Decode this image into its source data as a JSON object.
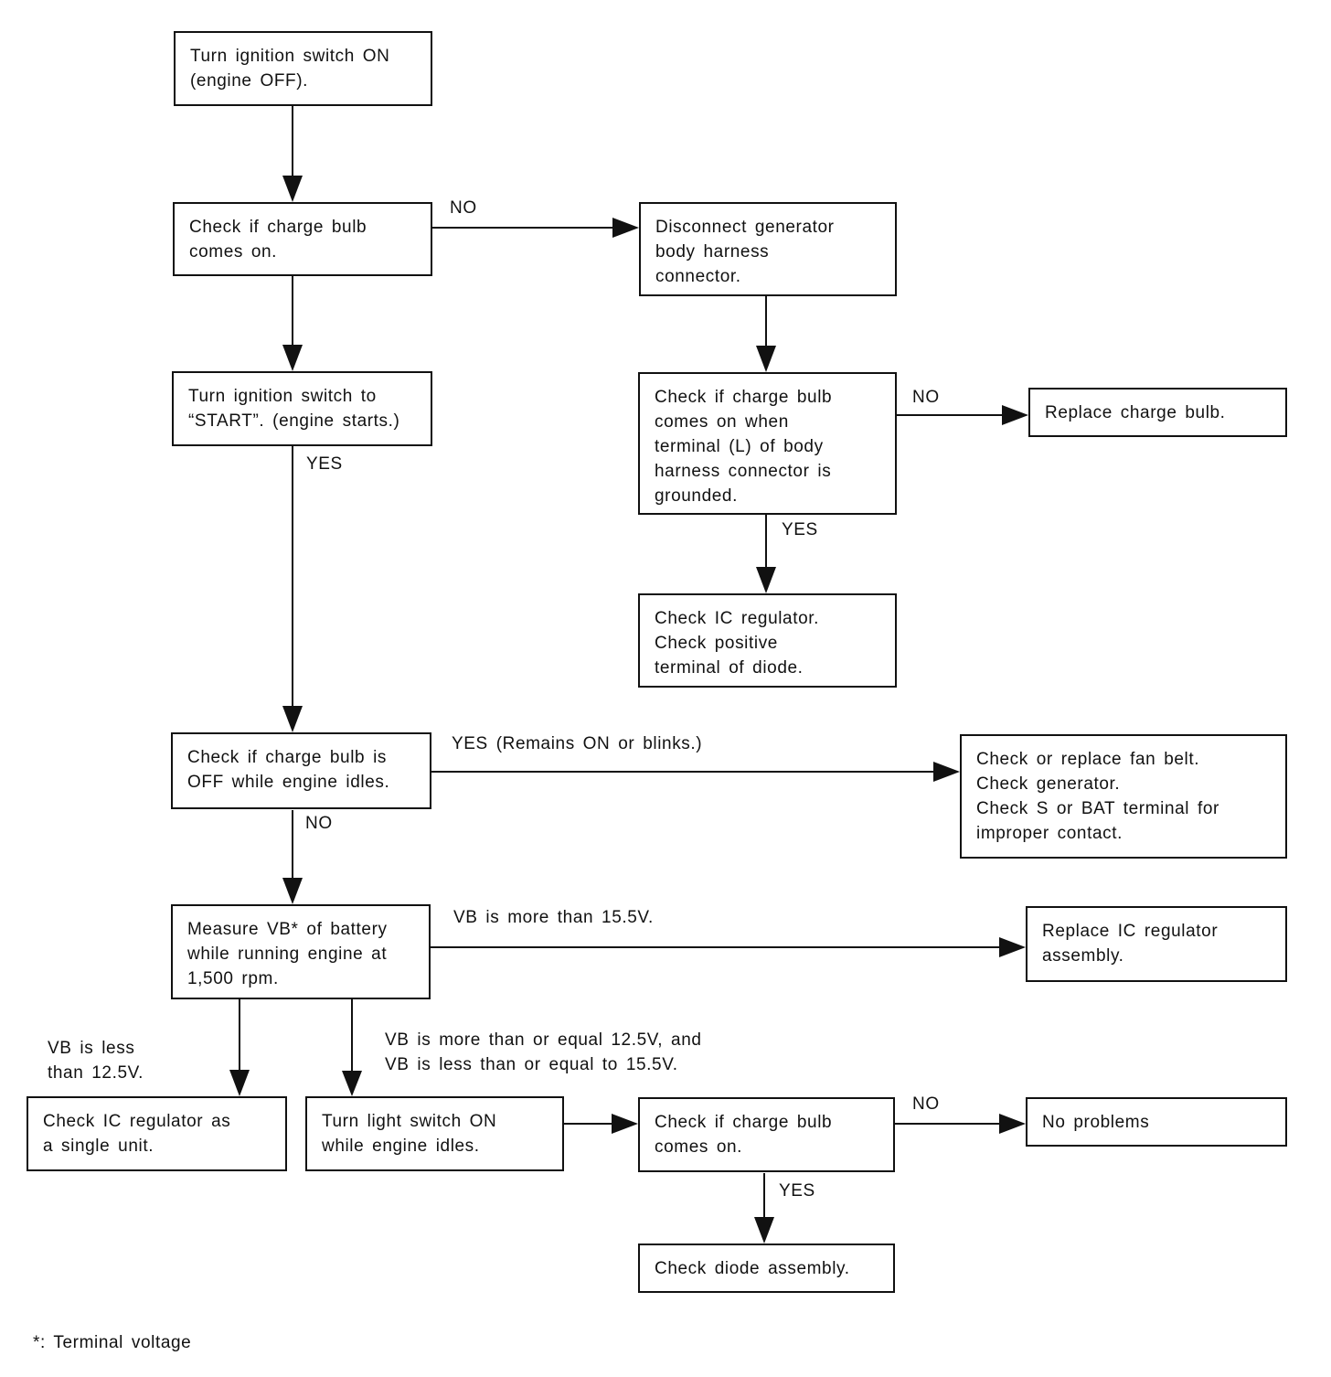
{
  "boxes": {
    "ign_on": "Turn ignition switch ON\n(engine OFF).",
    "check_bulb_on": "Check if charge bulb\ncomes on.",
    "disconnect": "Disconnect generator\nbody harness\nconnector.",
    "check_ground": "Check if charge bulb\ncomes on when\nterminal (L) of body\nharness connector is\ngrounded.",
    "replace_bulb": "Replace charge bulb.",
    "check_ic_diode": "Check IC regulator.\nCheck positive\nterminal of diode.",
    "ign_start": "Turn ignition switch to\n“START”. (engine starts.)",
    "check_off_idle": "Check if charge bulb is\nOFF while engine idles.",
    "check_fan": "Check or replace fan belt.\nCheck generator.\nCheck S or BAT terminal for\nimproper contact.",
    "measure_vb": "Measure VB* of battery\nwhile running engine at\n1,500 rpm.",
    "replace_ic": "Replace IC regulator\nassembly.",
    "check_ic_single": "Check IC regulator as\na single unit.",
    "light_on": "Turn light switch ON\nwhile engine idles.",
    "check_bulb_on2": "Check if charge bulb\ncomes on.",
    "no_problems": "No problems",
    "check_diode": "Check diode assembly."
  },
  "labels": {
    "no_1": "NO",
    "yes_1": "YES",
    "no_2": "NO",
    "yes_2": "YES",
    "yes_remains": "YES (Remains ON or blinks.)",
    "no_3": "NO",
    "vb_more": "VB is more than 15.5V.",
    "vb_less": "VB is less\nthan 12.5V.",
    "vb_between": "VB is more than or equal 12.5V, and\nVB is less than or equal to 15.5V.",
    "no_4": "NO",
    "yes_3": "YES"
  },
  "footnote": "*: Terminal voltage"
}
